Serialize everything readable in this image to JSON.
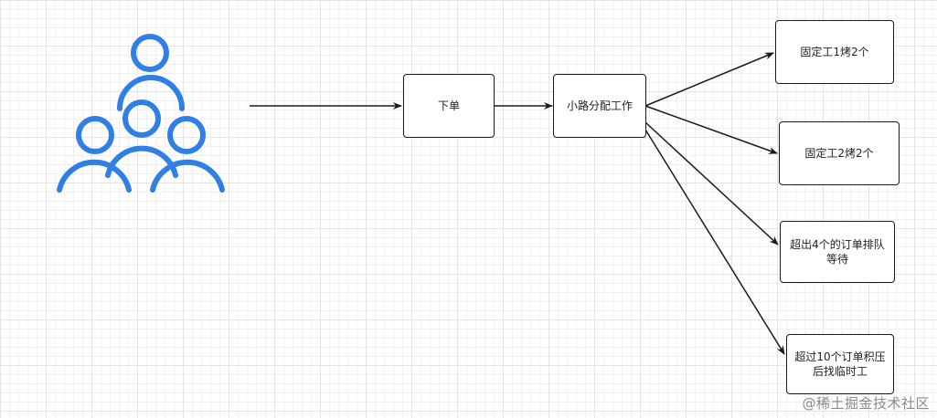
{
  "diagram": {
    "actor_icon": "group-of-people-icon",
    "actor_color": "#2f7fe6",
    "nodes": {
      "order": "下单",
      "dispatch": "小路分配工作",
      "worker1": "固定工1烤2个",
      "worker2": "固定工2烤2个",
      "queue": "超出4个的订单排队等待",
      "temp": "超过10个订单积压后找临时工"
    }
  },
  "watermark": "@稀土掘金技术社区"
}
